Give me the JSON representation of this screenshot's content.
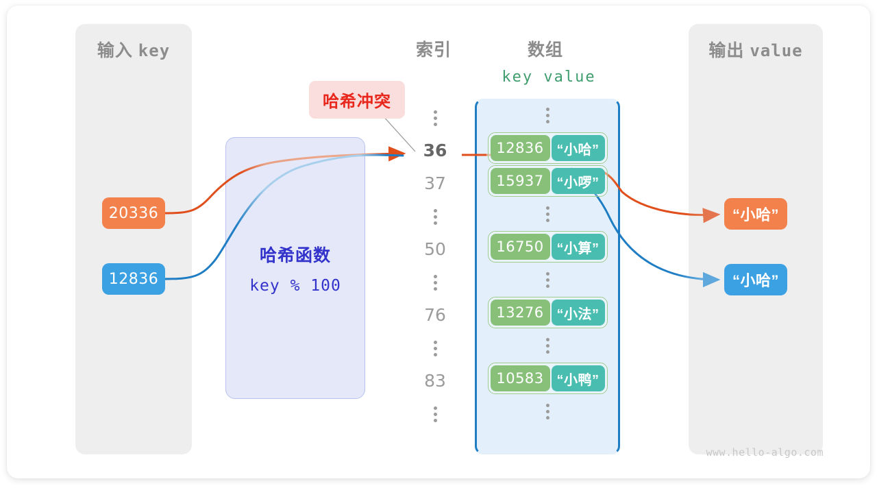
{
  "watermark": "www.hello-algo.com",
  "panels": {
    "input": {
      "title_cn": "输入",
      "title_code": "key"
    },
    "output": {
      "title_cn": "输出",
      "title_code": "value"
    }
  },
  "headings": {
    "index": "索引",
    "array": "数组",
    "kv": "key value"
  },
  "hash_function": {
    "title": "哈希函数",
    "expression": "key % 100"
  },
  "collision_badge": {
    "label": "哈希冲突"
  },
  "input_keys": [
    {
      "value": "20336",
      "color": "#f2814c"
    },
    {
      "value": "12836",
      "color": "#3ba1e3"
    }
  ],
  "output_values": [
    {
      "value": "“小哈”",
      "color": "#f2814c"
    },
    {
      "value": "“小哈”",
      "color": "#3ba1e3"
    }
  ],
  "index_column": [
    {
      "type": "dots",
      "label": "⋮"
    },
    {
      "type": "index",
      "label": "36",
      "highlight": true
    },
    {
      "type": "index",
      "label": "37",
      "highlight": false
    },
    {
      "type": "dots",
      "label": "⋮"
    },
    {
      "type": "index",
      "label": "50",
      "highlight": false
    },
    {
      "type": "dots",
      "label": "⋮"
    },
    {
      "type": "index",
      "label": "76",
      "highlight": false
    },
    {
      "type": "dots",
      "label": "⋮"
    },
    {
      "type": "index",
      "label": "83",
      "highlight": false
    },
    {
      "type": "dots",
      "label": "⋮"
    }
  ],
  "array_slots": [
    {
      "type": "dots"
    },
    {
      "type": "entry",
      "key": "12836",
      "value": "“小哈”"
    },
    {
      "type": "entry",
      "key": "15937",
      "value": "“小啰”"
    },
    {
      "type": "dots"
    },
    {
      "type": "entry",
      "key": "16750",
      "value": "“小算”"
    },
    {
      "type": "dots"
    },
    {
      "type": "entry",
      "key": "13276",
      "value": "“小法”"
    },
    {
      "type": "dots"
    },
    {
      "type": "entry",
      "key": "10583",
      "value": "“小鸭”"
    },
    {
      "type": "dots"
    }
  ],
  "colors": {
    "orange": "#f2814c",
    "orange_line": "#e04e1b",
    "blue": "#3ba1e3",
    "blue_line": "#1f7dc4",
    "green_key": "#88c07a",
    "teal_value": "#49bdb0",
    "panel_gray": "#eeeeee",
    "array_fill": "#e3f0fb",
    "hash_fill": "#e4e8f9",
    "badge_bg": "#fadedd",
    "badge_text": "#e8261b",
    "heading_gray": "#8c8c8c"
  }
}
